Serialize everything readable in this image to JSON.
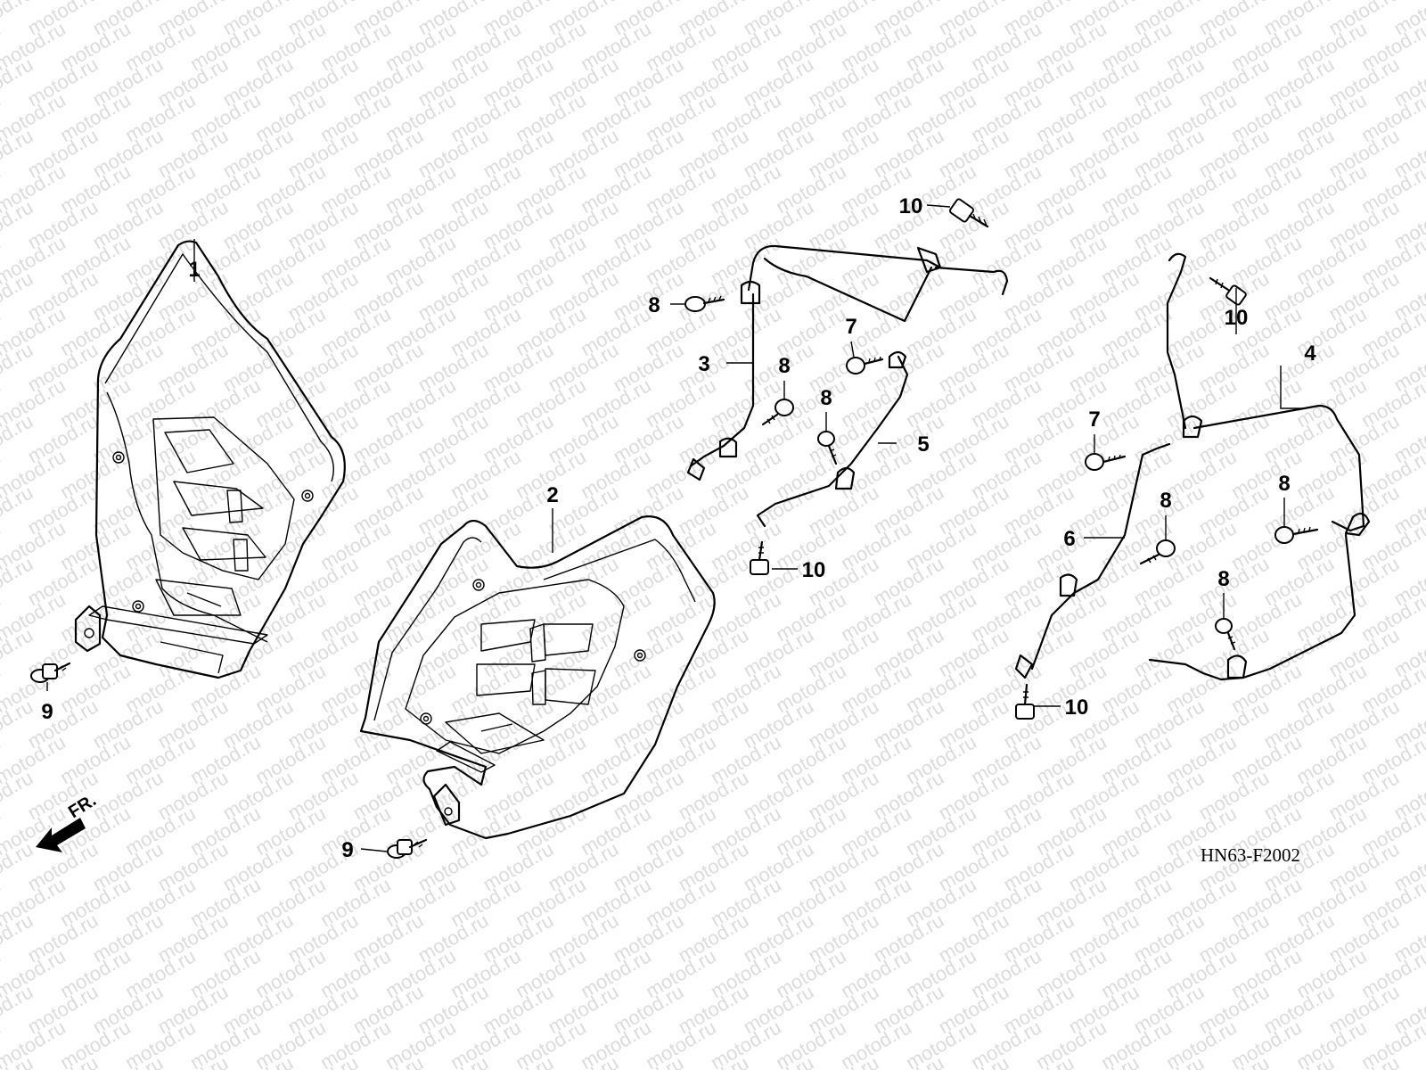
{
  "diagram": {
    "part_code": "HN63-F2002",
    "front_indicator": "FR.",
    "watermark": "motod.ru",
    "callouts": [
      {
        "id": "c1",
        "label": "1"
      },
      {
        "id": "c2",
        "label": "2"
      },
      {
        "id": "c3",
        "label": "3"
      },
      {
        "id": "c4",
        "label": "4"
      },
      {
        "id": "c5",
        "label": "5"
      },
      {
        "id": "c6",
        "label": "6"
      },
      {
        "id": "c7a",
        "label": "7"
      },
      {
        "id": "c7b",
        "label": "7"
      },
      {
        "id": "c8a",
        "label": "8"
      },
      {
        "id": "c8b",
        "label": "8"
      },
      {
        "id": "c8c",
        "label": "8"
      },
      {
        "id": "c8d",
        "label": "8"
      },
      {
        "id": "c8e",
        "label": "8"
      },
      {
        "id": "c8f",
        "label": "8"
      },
      {
        "id": "c9a",
        "label": "9"
      },
      {
        "id": "c9b",
        "label": "9"
      },
      {
        "id": "c10a",
        "label": "10"
      },
      {
        "id": "c10b",
        "label": "10"
      },
      {
        "id": "c10c",
        "label": "10"
      },
      {
        "id": "c10d",
        "label": "10"
      }
    ]
  }
}
